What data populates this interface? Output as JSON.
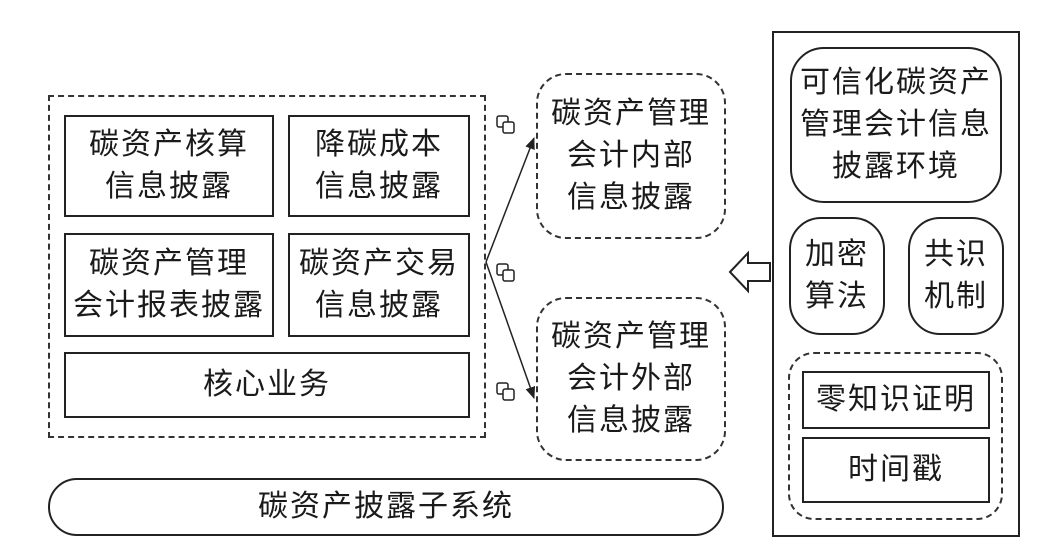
{
  "left_group": {
    "carbon_accounting": "碳资产核算\n信息披露",
    "carbon_reduction_cost": "降碳成本\n信息披露",
    "carbon_accounting_report": "碳资产管理\n会计报表披露",
    "carbon_trading": "碳资产交易\n信息披露",
    "core_business": "核心业务"
  },
  "middle": {
    "internal": "碳资产管理\n会计内部\n信息披露",
    "external": "碳资产管理\n会计外部\n信息披露"
  },
  "right_panel": {
    "environment": "可信化碳资产\n管理会计信息\n披露环境",
    "encryption": "加密\n算法",
    "consensus": "共识\n机制",
    "zero_knowledge": "零知识证明",
    "timestamp": "时间戳"
  },
  "bottom": {
    "subsystem": "碳资产披露子系统"
  }
}
